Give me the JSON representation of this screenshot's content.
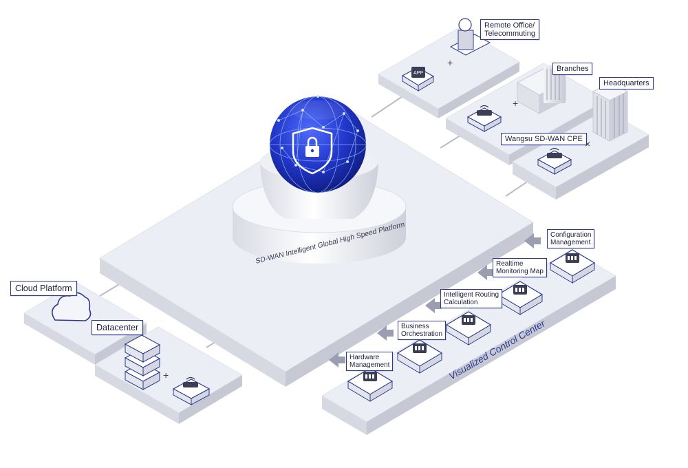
{
  "platform": {
    "label": "SD-WAN Intelligent Global High Speed Platform"
  },
  "sites": {
    "remote_office": "Remote Office/\nTelecommuting",
    "branches": "Branches",
    "headquarters": "Headquarters",
    "cpe": "Wangsu SD-WAN CPE",
    "cloud_platform": "Cloud Platform",
    "datacenter": "Datacenter"
  },
  "control_center": {
    "title": "Visualized Control Center",
    "modules": [
      {
        "label": "Hardware\nManagement",
        "icon": "hardware-icon"
      },
      {
        "label": "Business\nOrchestration",
        "icon": "orchestration-icon"
      },
      {
        "label": "Intelligent Routing\nCalculation",
        "icon": "routing-icon"
      },
      {
        "label": "Realtime\nMonitoring Map",
        "icon": "map-icon"
      },
      {
        "label": "Configuration\nManagement",
        "icon": "configuration-icon"
      }
    ]
  },
  "icons": [
    "globe-icon",
    "shield-lock-icon",
    "cloud-icon",
    "server-icon",
    "cpe-router-icon",
    "app-icon",
    "user-icon",
    "building-icon",
    "tower-icon"
  ],
  "colors": {
    "accent": "#2b3a8f",
    "globe": "#1f3fd6",
    "slab": "#eceef5"
  }
}
